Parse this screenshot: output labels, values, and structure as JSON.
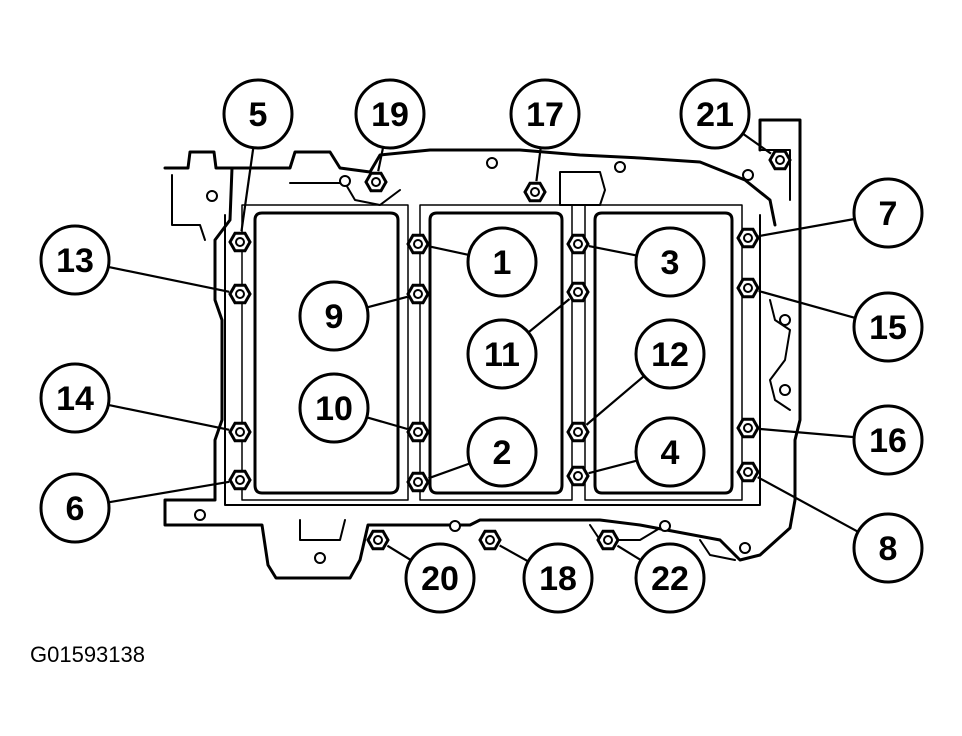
{
  "figure_id": "G01593138",
  "callouts": [
    {
      "label": "1"
    },
    {
      "label": "2"
    },
    {
      "label": "3"
    },
    {
      "label": "4"
    },
    {
      "label": "5"
    },
    {
      "label": "6"
    },
    {
      "label": "7"
    },
    {
      "label": "8"
    },
    {
      "label": "9"
    },
    {
      "label": "10"
    },
    {
      "label": "11"
    },
    {
      "label": "12"
    },
    {
      "label": "13"
    },
    {
      "label": "14"
    },
    {
      "label": "15"
    },
    {
      "label": "16"
    },
    {
      "label": "17"
    },
    {
      "label": "18"
    },
    {
      "label": "19"
    },
    {
      "label": "20"
    },
    {
      "label": "21"
    },
    {
      "label": "22"
    }
  ]
}
